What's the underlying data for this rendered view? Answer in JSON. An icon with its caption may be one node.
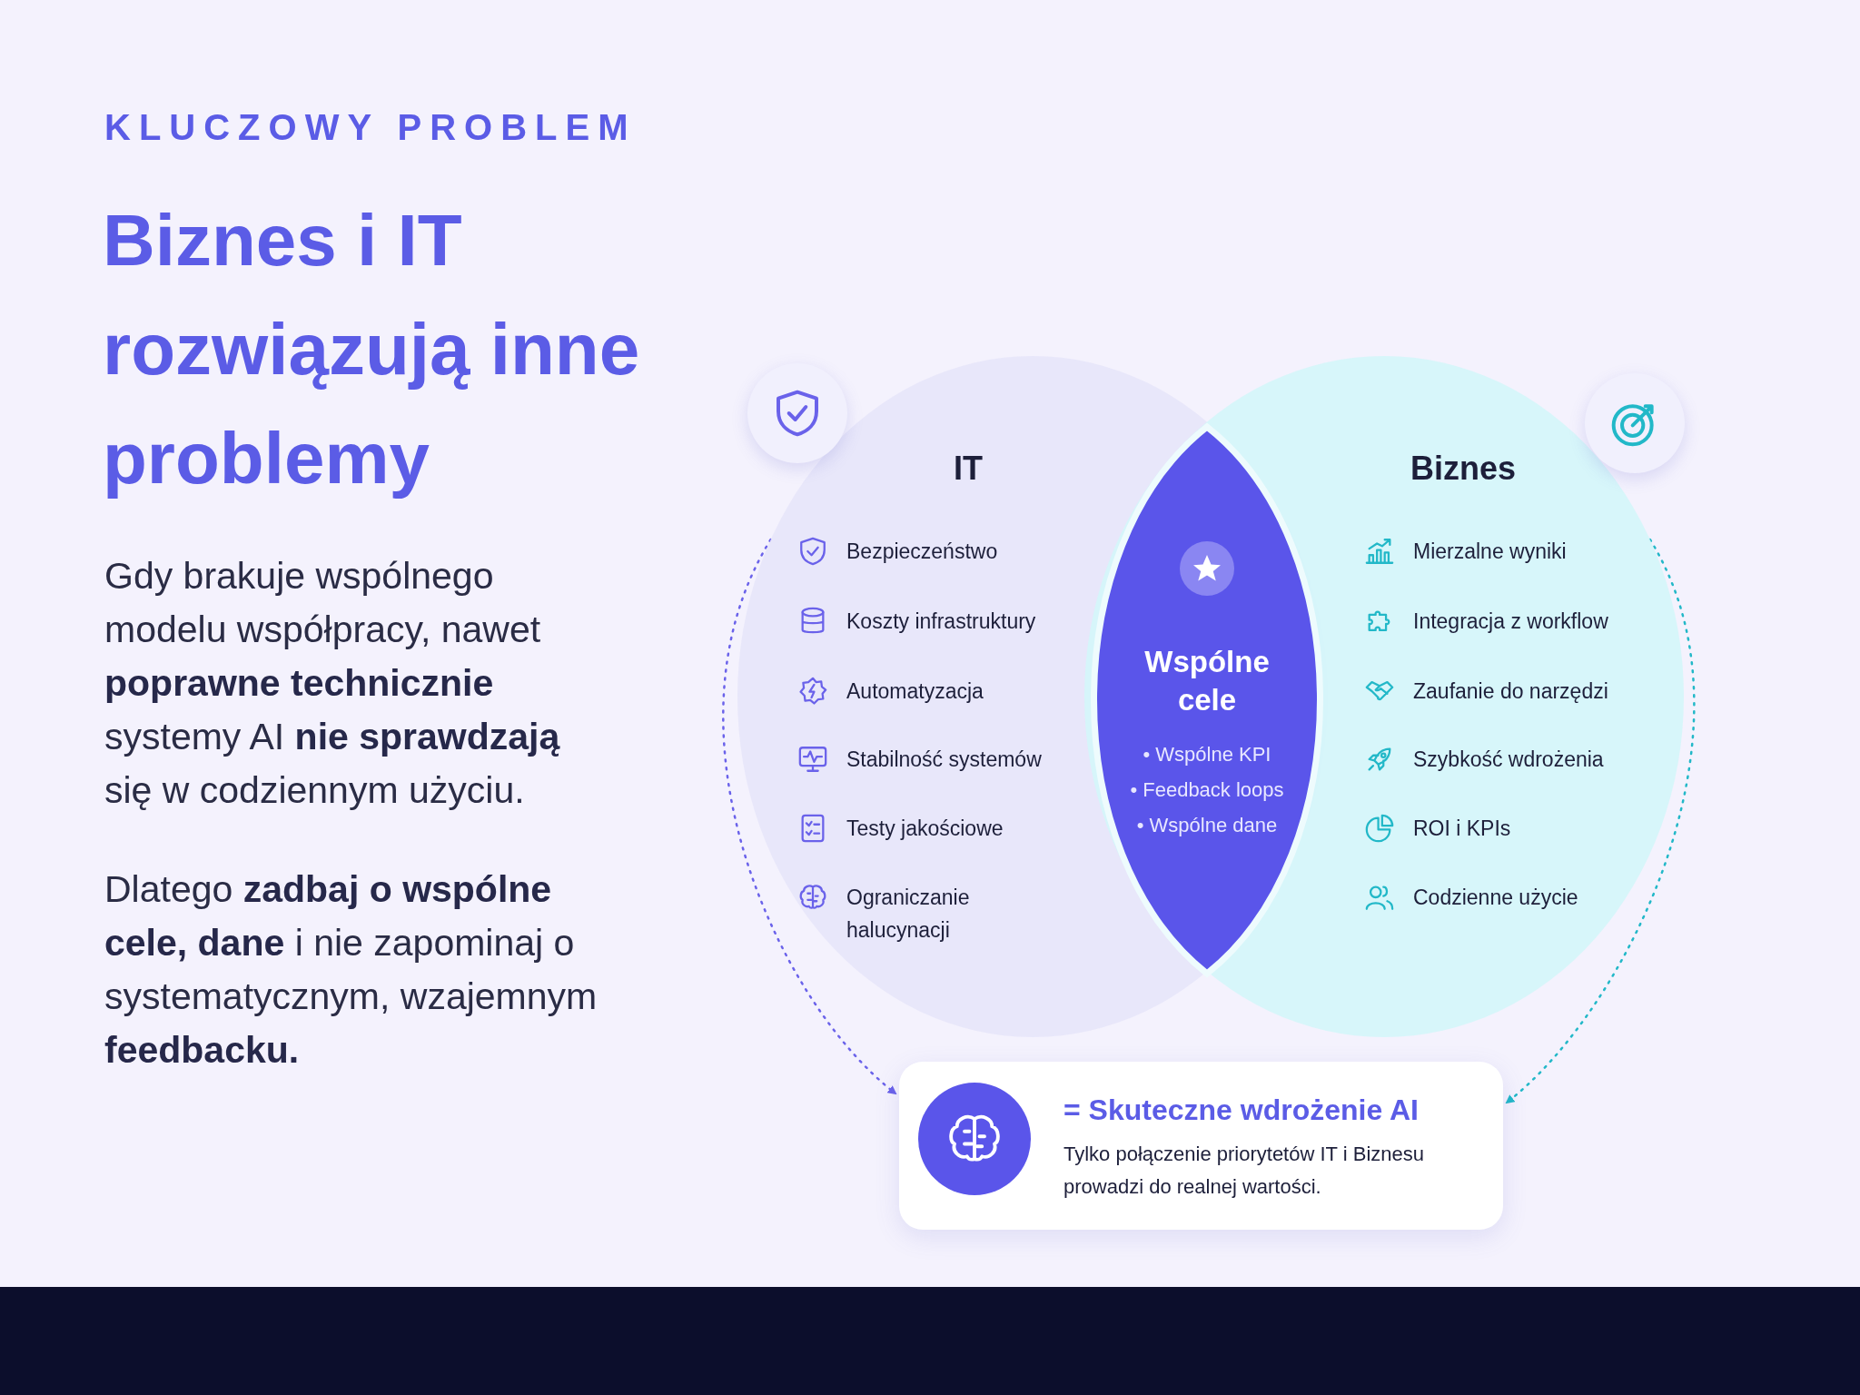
{
  "diagram": {
    "title": "Biznes i IT rozwiązują inne problemy",
    "nodes": [
      {
        "text": [
          "IT"
        ]
      },
      {
        "text": [
          "Bezpieczeństwo"
        ],
        "in": 0
      },
      {
        "text": [
          "Koszty infrastruktury"
        ],
        "in": 0
      },
      {
        "text": [
          "Automatyzacja"
        ],
        "in": 0
      },
      {
        "text": [
          "Stabilność systemów"
        ],
        "in": 0
      },
      {
        "text": [
          "Testy jakościowe"
        ],
        "in": 0
      },
      {
        "text": [
          "Ograniczanie halucynacji"
        ],
        "in": 0
      },
      {
        "text": [
          "Biznes"
        ]
      },
      {
        "text": [
          "Mierzalne wyniki"
        ],
        "in": 7
      },
      {
        "text": [
          "Integracja z workflow"
        ],
        "in": 7
      },
      {
        "text": [
          "Zaufanie do narzędzi"
        ],
        "in": 7
      },
      {
        "text": [
          "Szybkość wdrożenia"
        ],
        "in": 7
      },
      {
        "text": [
          "ROI i KPIs"
        ],
        "in": 7
      },
      {
        "text": [
          "Codzienne użycie"
        ],
        "in": 7
      },
      {
        "text": [
          "Wspólne cele",
          "• Wspólne KPI",
          "• Feedback loops",
          "• Wspólne dane"
        ]
      },
      {
        "text": [
          "= Skuteczne wdrożenie AI",
          "Tylko połączenie priorytetów IT i Biznesu prowadzi do realnej wartości."
        ]
      }
    ],
    "edges": [
      {
        "from": 0,
        "to": 15,
        "arrow": "to",
        "style": "dashed",
        "color": "#6a62ea"
      },
      {
        "from": 7,
        "to": 15,
        "arrow": "to",
        "style": "dashed",
        "color": "#22b8c8"
      }
    ],
    "labels": [
      "KLUCZOWY PROBLEM",
      "Gdy brakuje wspólnego modelu współpracy, nawet **poprawne technicznie** systemy AI **nie sprawdzają** się w codziennym użyciu.",
      "Dlatego **zadbaj o wspólne cele, dane** i nie zapominaj o systematycznym, wzajemnym **feedbacku.**"
    ]
  }
}
